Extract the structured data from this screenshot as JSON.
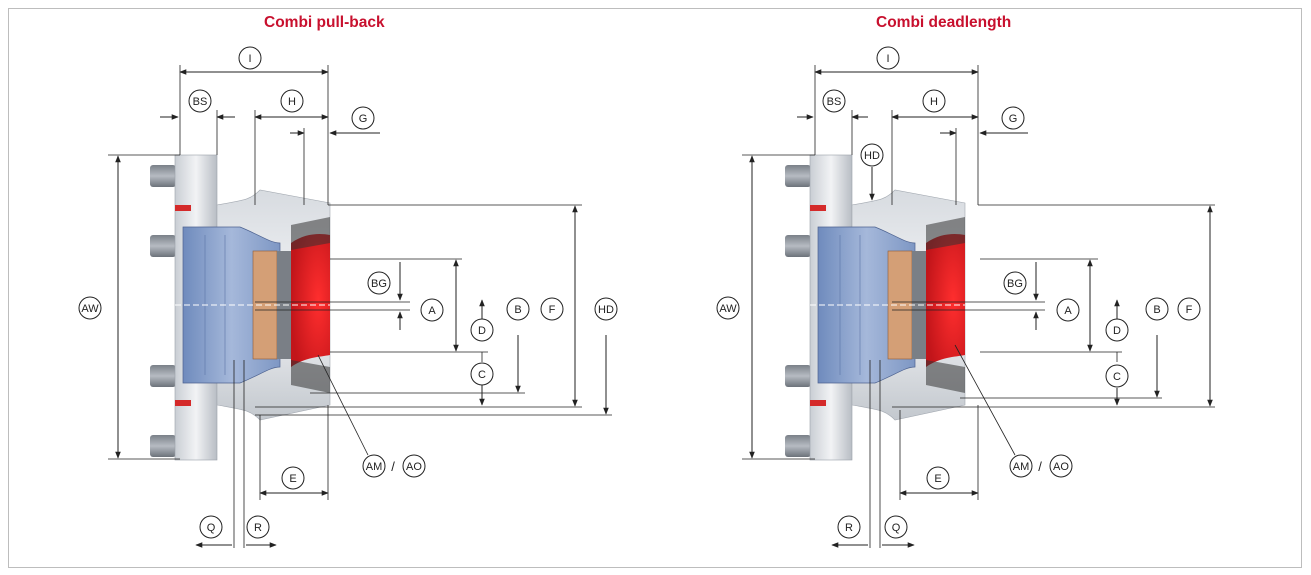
{
  "colors": {
    "title": "#c8102e",
    "flange": "#8aa0c8",
    "bore": "#e2242a",
    "bearing": "#d4a27a"
  },
  "drawings": [
    {
      "title": "Combi pull-back",
      "labels": {
        "I": "I",
        "BS": "BS",
        "H": "H",
        "G": "G",
        "AW": "AW",
        "BG": "BG",
        "A": "A",
        "D": "D",
        "B": "B",
        "F": "F",
        "HD": "HD",
        "C": "C",
        "E": "E",
        "AM": "AM",
        "AO": "AO",
        "Q": "Q",
        "R": "R",
        "SL": "/"
      }
    },
    {
      "title": "Combi deadlength",
      "labels": {
        "I": "I",
        "BS": "BS",
        "H": "H",
        "G": "G",
        "HD": "HD",
        "AW": "AW",
        "BG": "BG",
        "A": "A",
        "D": "D",
        "B": "B",
        "F": "F",
        "C": "C",
        "E": "E",
        "AM": "AM",
        "AO": "AO",
        "R": "R",
        "Q": "Q",
        "SL": "/"
      }
    }
  ]
}
